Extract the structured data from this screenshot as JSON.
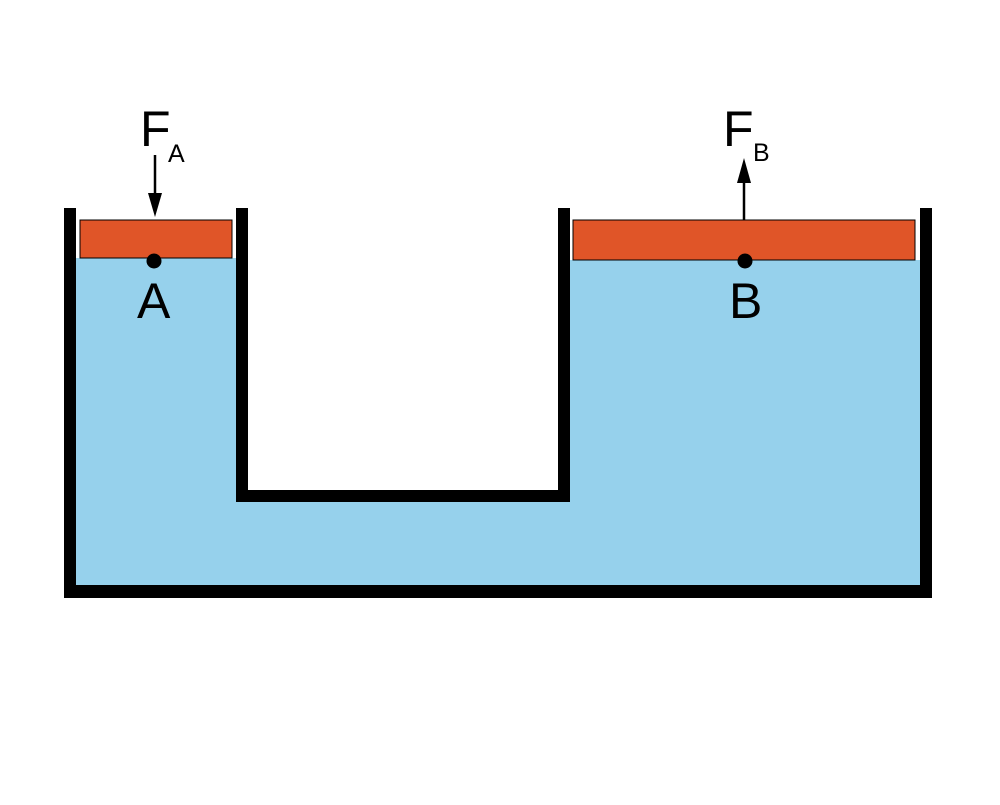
{
  "diagram": {
    "labels": {
      "point_a": "A",
      "point_b": "B",
      "force_a": "F",
      "force_a_subscript": "A",
      "force_b": "F",
      "force_b_subscript": "B"
    },
    "colors": {
      "fluid": "#96d1ec",
      "piston": "#e05528",
      "wall": "#000000",
      "background": "#ffffff"
    },
    "force_a_direction": "down",
    "force_b_direction": "up"
  }
}
